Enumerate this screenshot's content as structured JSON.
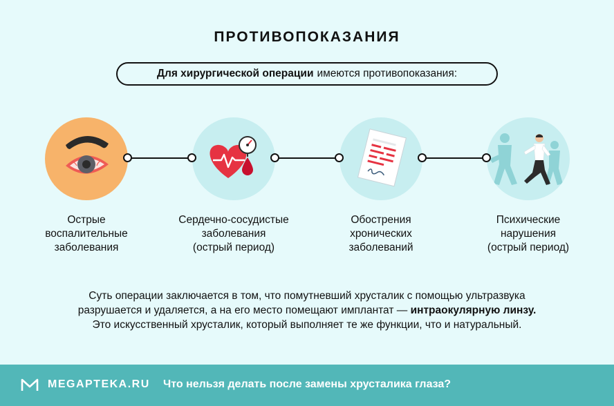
{
  "title": "ПРОТИВОПОКАЗАНИЯ",
  "intro": {
    "bold": "Для хирургической операции",
    "rest": "имеются противопоказания:"
  },
  "items": [
    {
      "line1": "Острые",
      "line2": "воспалительные",
      "line3": "заболевания",
      "icon": "inflamed-eye-icon"
    },
    {
      "line1": "Сердечно-сосудистые",
      "line2": "заболевания",
      "line3": "(острый период)",
      "icon": "heart-pressure-icon"
    },
    {
      "line1": "Обострения",
      "line2": "хронических",
      "line3": "заболеваний",
      "icon": "medical-document-icon"
    },
    {
      "line1": "Психические",
      "line2": "нарушения",
      "line3": "(острый период)",
      "icon": "running-man-icon"
    }
  ],
  "description": {
    "line1": "Суть операции заключается в том, что помутневший хрусталик с помощью ультразвука",
    "line2_start": "разрушается и удаляется, а на его место помещают имплантат —",
    "line2_bold": "интраокулярную линзу.",
    "line3": "Это искусственный хрусталик, который выполняет те же функции, что и натуральный."
  },
  "footer": {
    "brand": "MEGAPTEKA.RU",
    "link": "Что нельзя делать после замены хрусталика глаза?"
  },
  "colors": {
    "background": "#e6fafb",
    "circle": "#c7eef0",
    "eye_circle": "#f7b36a",
    "footer": "#52b7b8",
    "heart": "#e63342"
  }
}
